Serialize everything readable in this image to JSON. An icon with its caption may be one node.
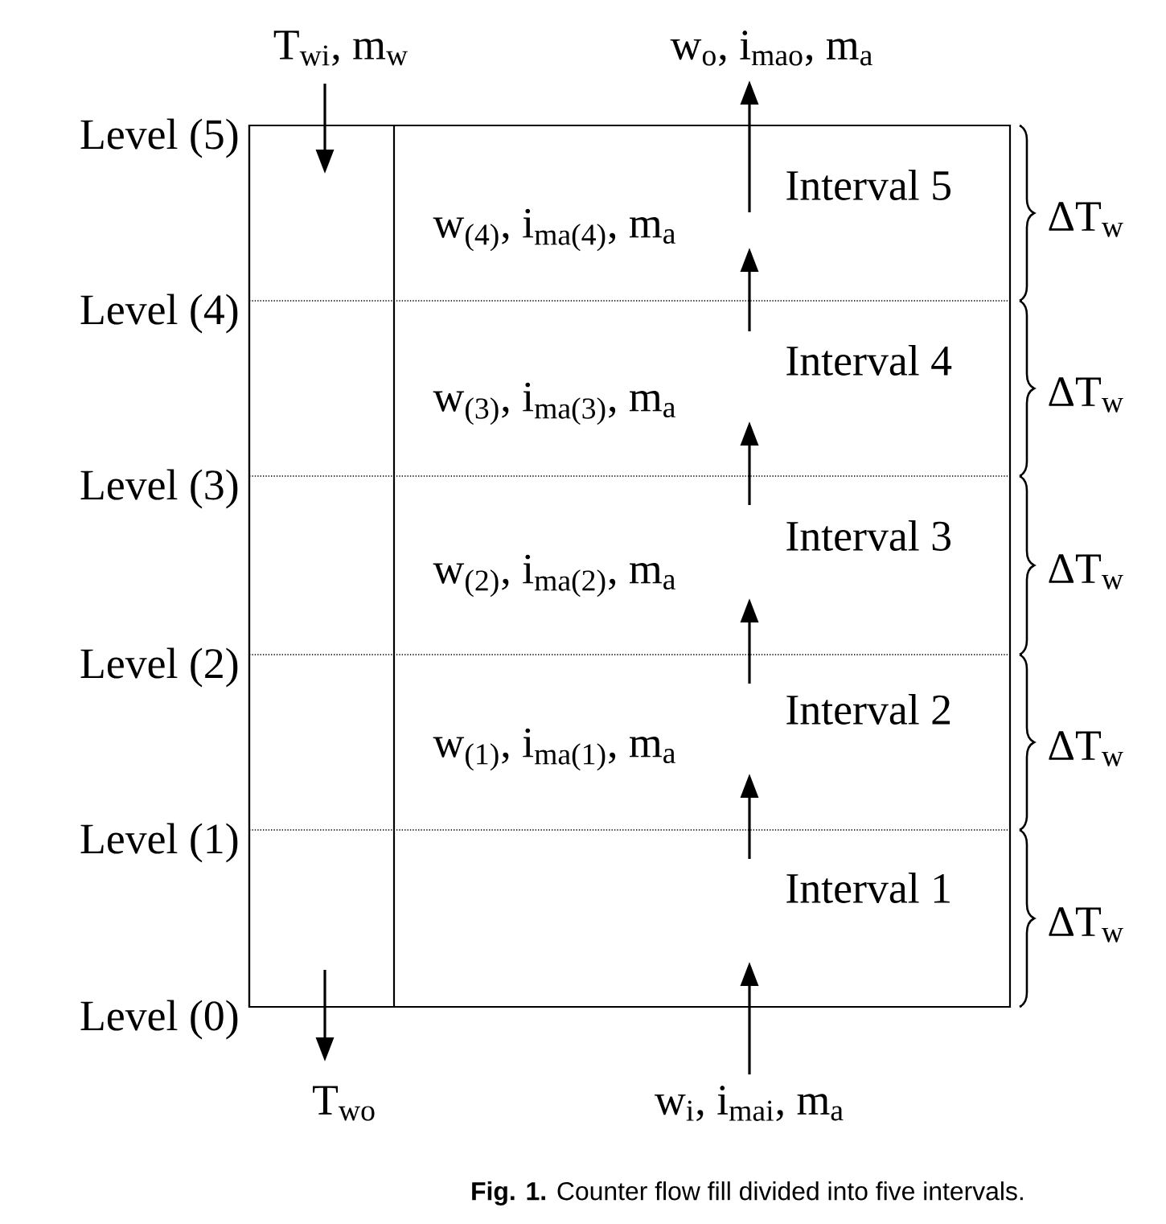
{
  "diagram": {
    "caption": "**Fig. 1.** Counter flow fill divided into five intervals.",
    "nodes": [
      {
        "text": [
          "T$_{wi}$, m$_{w}$"
        ]
      },
      {
        "text": [
          "w$_{o}$, i$_{mao}$, m$_{a}$"
        ]
      },
      {
        "text": [],
        "shape": "box"
      },
      {
        "text": [],
        "shape": "box",
        "in": 2
      },
      {
        "text": [
          "Interval 5"
        ],
        "in": 2
      },
      {
        "text": [
          "Interval 4"
        ],
        "in": 2
      },
      {
        "text": [
          "Interval 3"
        ],
        "in": 2
      },
      {
        "text": [
          "Interval 2"
        ],
        "in": 2
      },
      {
        "text": [
          "Interval 1"
        ],
        "in": 2
      },
      {
        "text": [
          "T$_{wo}$"
        ]
      },
      {
        "text": [
          "w$_{i}$, i$_{mai}$, m$_{a}$"
        ]
      }
    ],
    "edges": [
      {
        "from": 0,
        "to": 3,
        "arrow": "to"
      },
      {
        "from": 3,
        "to": 9,
        "arrow": "to"
      },
      {
        "from": 10,
        "to": 8,
        "arrow": "to"
      },
      {
        "from": 8,
        "to": 7,
        "arrow": "to",
        "label": "w$_{(1)}$, i$_{ma(1)}$, m$_{a}$"
      },
      {
        "from": 7,
        "to": 6,
        "arrow": "to",
        "label": "w$_{(2)}$, i$_{ma(2)}$, m$_{a}$"
      },
      {
        "from": 6,
        "to": 5,
        "arrow": "to",
        "label": "w$_{(3)}$, i$_{ma(3)}$, m$_{a}$"
      },
      {
        "from": 5,
        "to": 4,
        "arrow": "to",
        "label": "w$_{(4)}$, i$_{ma(4)}$, m$_{a}$"
      },
      {
        "from": 4,
        "to": 1,
        "arrow": "to"
      }
    ],
    "labels": [
      "Level (5)",
      "ΔT$_{w}$",
      "Level (4)",
      "ΔT$_{w}$",
      "Level (3)",
      "ΔT$_{w}$",
      "Level (2)",
      "ΔT$_{w}$",
      "Level (1)",
      "ΔT$_{w}$",
      "Level (0)"
    ]
  }
}
